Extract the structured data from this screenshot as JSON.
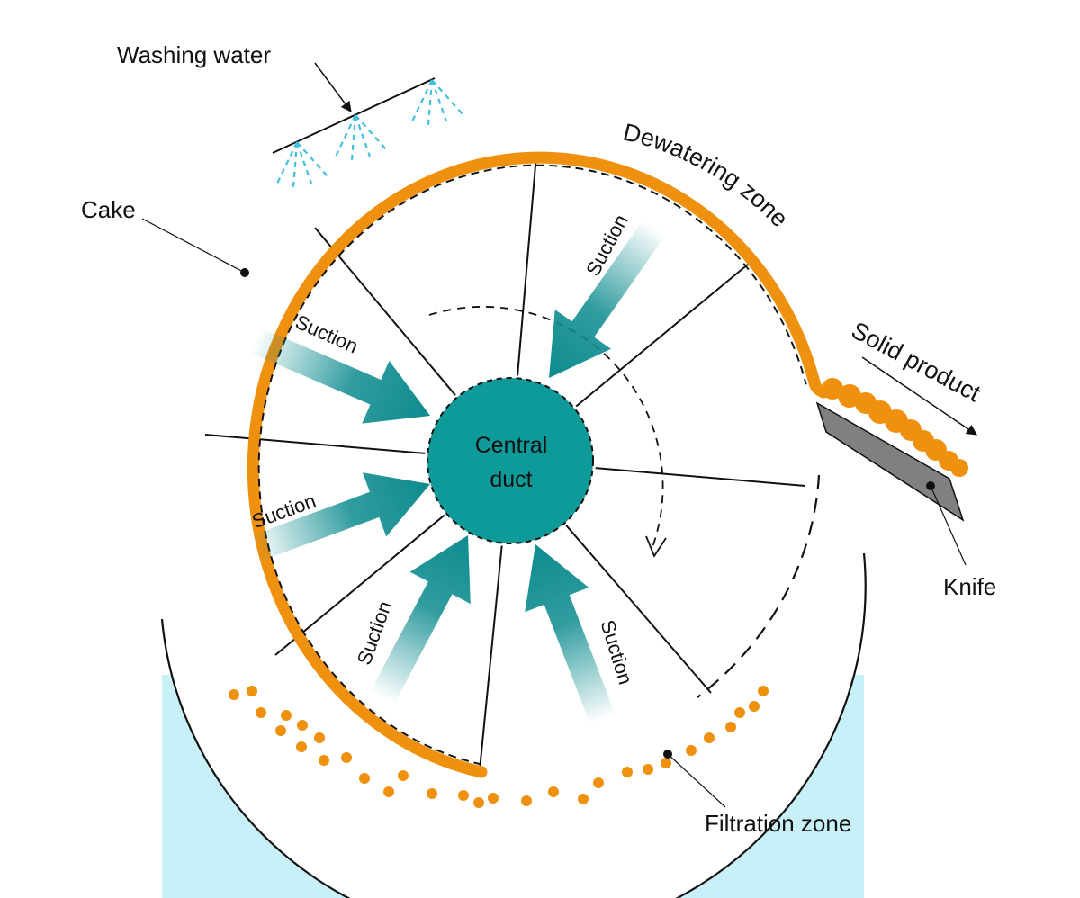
{
  "labels": {
    "washing_water": "Washing water",
    "cake": "Cake",
    "dewatering_zone": "Dewatering zone",
    "solid_product": "Solid product",
    "central_duct_line1": "Central",
    "central_duct_line2": "duct",
    "knife": "Knife",
    "filtration_zone": "Filtration zone",
    "suction": "Suction"
  },
  "colors": {
    "cake": "#f0900f",
    "duct": "#0f9a9a",
    "arrow": "#0d8b8f",
    "water_spray": "#40c0e0",
    "slurry": "#c8f0f8",
    "knife": "#808080",
    "line": "#111111"
  }
}
